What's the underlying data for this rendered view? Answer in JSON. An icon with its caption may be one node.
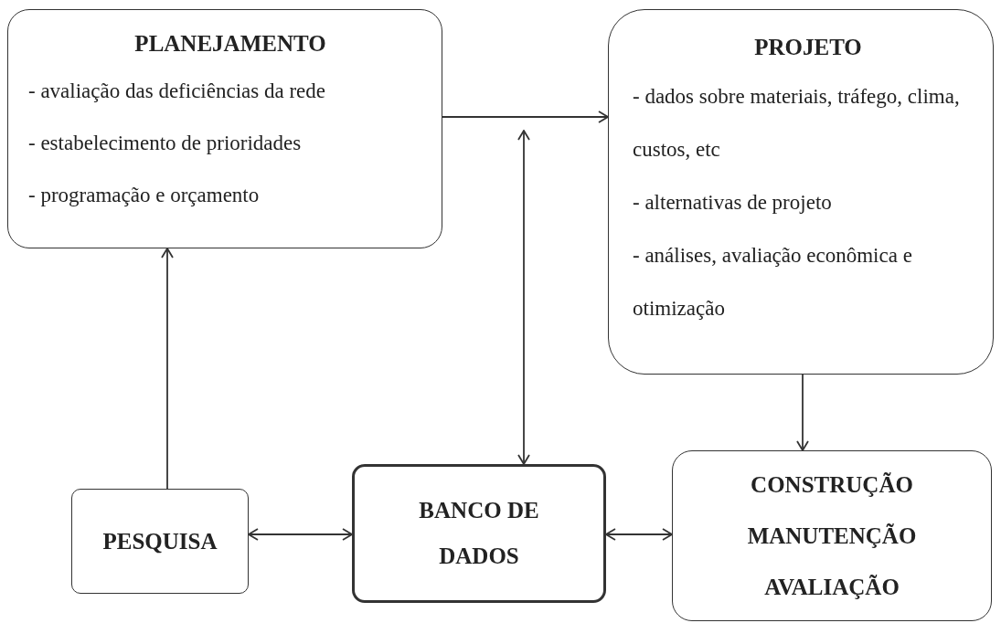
{
  "diagram": {
    "nodes": [
      {
        "text": [
          "PLANEJAMENTO",
          "- avaliação das deficiências da rede",
          "- estabelecimento de prioridades",
          "- programação e orçamento"
        ]
      },
      {
        "text": [
          "PROJETO",
          "- dados sobre materiais, tráfego, clima, custos, etc",
          "- alternativas de projeto",
          "- análises, avaliação econômica e otimização"
        ]
      },
      {
        "text": [
          "PESQUISA"
        ]
      },
      {
        "text": [
          "BANCO DE DADOS"
        ]
      },
      {
        "text": [
          "CONSTRUÇÃO",
          "MANUTENÇÃO",
          "AVALIAÇÃO"
        ]
      }
    ],
    "edges": [
      {
        "from": 0,
        "to": 1,
        "arrow": "to"
      },
      {
        "from": 2,
        "to": 0,
        "arrow": "to"
      },
      {
        "from": 3,
        "to": null,
        "arrow": "both"
      },
      {
        "from": 2,
        "to": 3,
        "arrow": "both"
      },
      {
        "from": 3,
        "to": 4,
        "arrow": "both"
      },
      {
        "from": 1,
        "to": 4,
        "arrow": "to"
      }
    ]
  }
}
